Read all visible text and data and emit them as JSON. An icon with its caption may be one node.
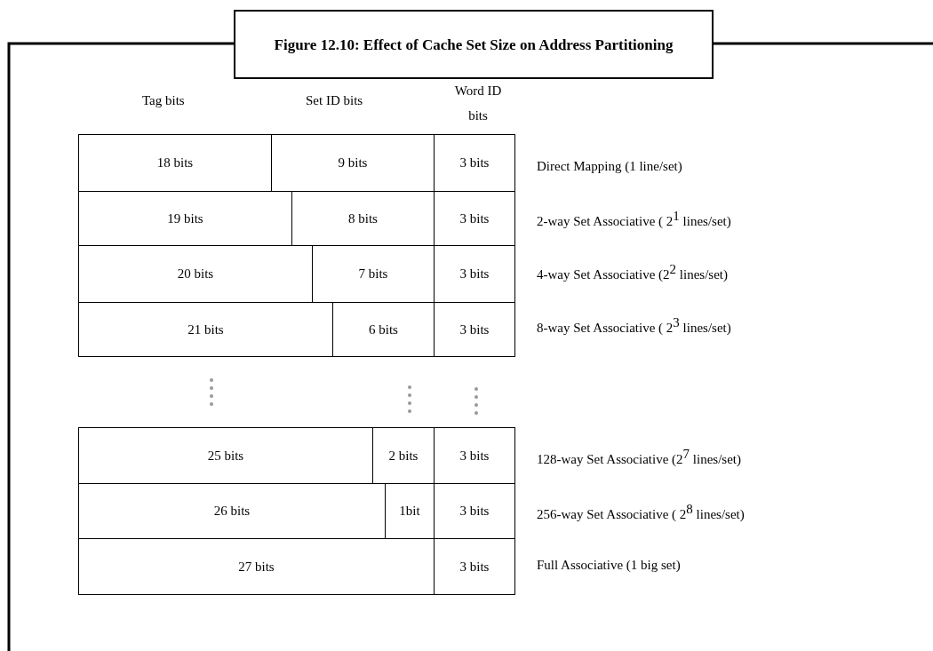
{
  "diagram": {
    "title": "Figure 12.10: Effect of Cache Set Size on Address Partitioning",
    "nodes": [
      {
        "text": [
          "18 bits"
        ]
      },
      {
        "text": [
          "9 bits"
        ]
      },
      {
        "text": [
          "3 bits"
        ]
      },
      {
        "text": [
          "19 bits"
        ]
      },
      {
        "text": [
          "8 bits"
        ]
      },
      {
        "text": [
          "3 bits"
        ]
      },
      {
        "text": [
          "20 bits"
        ]
      },
      {
        "text": [
          "7 bits"
        ]
      },
      {
        "text": [
          "3 bits"
        ]
      },
      {
        "text": [
          "21 bits"
        ]
      },
      {
        "text": [
          "6 bits"
        ]
      },
      {
        "text": [
          "3 bits"
        ]
      },
      {
        "text": [
          "25 bits"
        ]
      },
      {
        "text": [
          "2 bits"
        ]
      },
      {
        "text": [
          "3 bits"
        ]
      },
      {
        "text": [
          "26 bits"
        ]
      },
      {
        "text": [
          "1bit"
        ]
      },
      {
        "text": [
          "3 bits"
        ]
      },
      {
        "text": [
          "27 bits"
        ]
      },
      {
        "text": [
          "3 bits"
        ]
      }
    ],
    "edges": [],
    "labels": [
      "Tag bits",
      "Set ID bits",
      "Word ID bits",
      "Direct Mapping (1 line/set)",
      "2-way Set Associative ( 2$^{1}$ lines/set)",
      "4-way Set Associative (2$^{2}$ lines/set)",
      "8-way Set Associative ( 2$^{3}$ lines/set)",
      "128-way Set Associative (2$^{7}$ lines/set)",
      "256-way Set Associative ( 2$^{8}$ lines/set)",
      "Full Associative (1 big set)"
    ]
  }
}
